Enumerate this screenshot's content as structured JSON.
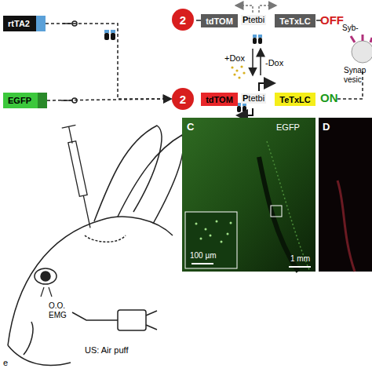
{
  "diagram": {
    "nodes": [
      {
        "text": [
          "rtTA2"
        ]
      },
      {
        "text": [
          "2"
        ]
      },
      {
        "text": [
          "tdTOM"
        ]
      },
      {
        "text": [
          "TeTxLC"
        ]
      },
      {
        "text": [
          "EGFP"
        ]
      },
      {
        "text": [
          "2"
        ]
      },
      {
        "text": [
          "tdTOM"
        ]
      },
      {
        "text": [
          "TeTxLC"
        ]
      }
    ],
    "edges": [
      {
        "from": 0,
        "to": 5,
        "arrow": "to"
      },
      {
        "from": 4,
        "to": 5,
        "arrow": "to"
      }
    ],
    "labels": [
      "OFF",
      "Ptetbi",
      "+Dox",
      "-Dox",
      "Syb-",
      "Synap",
      "vesic",
      "Ptetbi",
      "ON",
      "C",
      "EGFP",
      "D",
      "100 µm",
      "1 mm",
      "O.O. EMG",
      "US: Air puff",
      "e"
    ]
  }
}
